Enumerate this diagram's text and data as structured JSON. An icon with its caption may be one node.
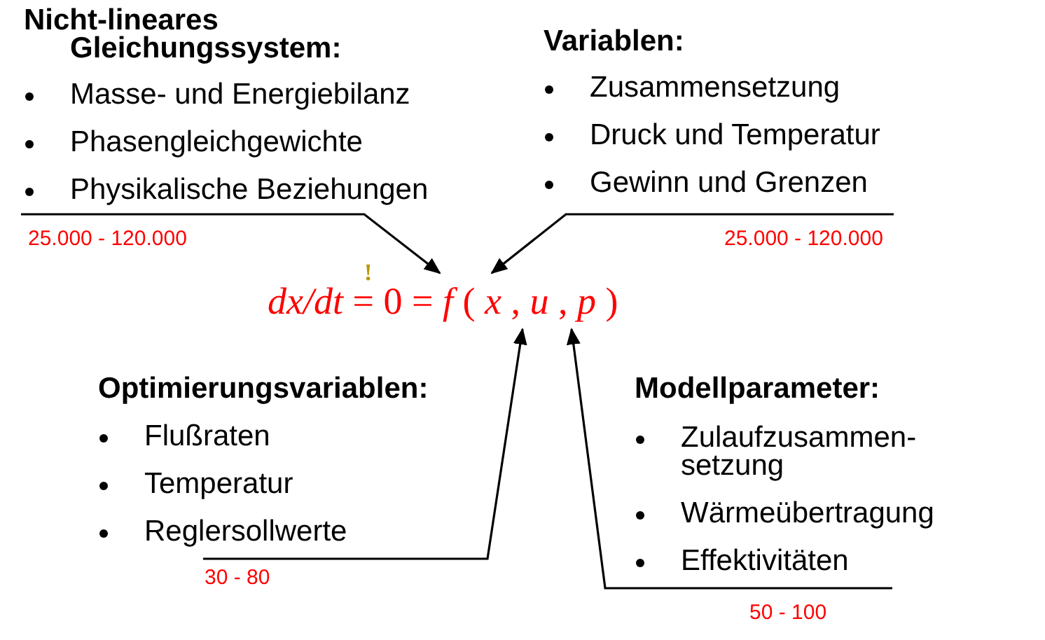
{
  "diagram": {
    "nodes": [
      {
        "text": [
          "Nicht-lineares Gleichungssystem:",
          "Masse- und Energiebilanz",
          "Phasengleichgewichte",
          "Physikalische Beziehungen"
        ],
        "beside": [
          "25.000 - 120.000"
        ]
      },
      {
        "text": [
          "Variablen:",
          "Zusammensetzung",
          "Druck und Temperatur",
          "Gewinn und Grenzen"
        ],
        "beside": [
          "25.000 - 120.000"
        ]
      },
      {
        "text": [
          "*dx/dt* = 0 = *f* ( *x* , *u* , *p* )"
        ]
      },
      {
        "text": [
          "Optimierungsvariablen:",
          "Flußraten",
          "Temperatur",
          "Reglersollwerte"
        ],
        "beside": [
          "30 - 80"
        ]
      },
      {
        "text": [
          "Modellparameter:",
          "Zulaufzusammen- setzung",
          "Wärmeübertragung",
          "Effektivitäten"
        ],
        "beside": [
          "50 - 100"
        ]
      }
    ],
    "edges": [
      {
        "from": 0,
        "to": 2,
        "arrow": "to"
      },
      {
        "from": 1,
        "to": 2,
        "arrow": "to"
      },
      {
        "from": 3,
        "to": 2,
        "arrow": "to"
      },
      {
        "from": 4,
        "to": 2,
        "arrow": "to"
      }
    ],
    "labels": [
      "!"
    ]
  }
}
